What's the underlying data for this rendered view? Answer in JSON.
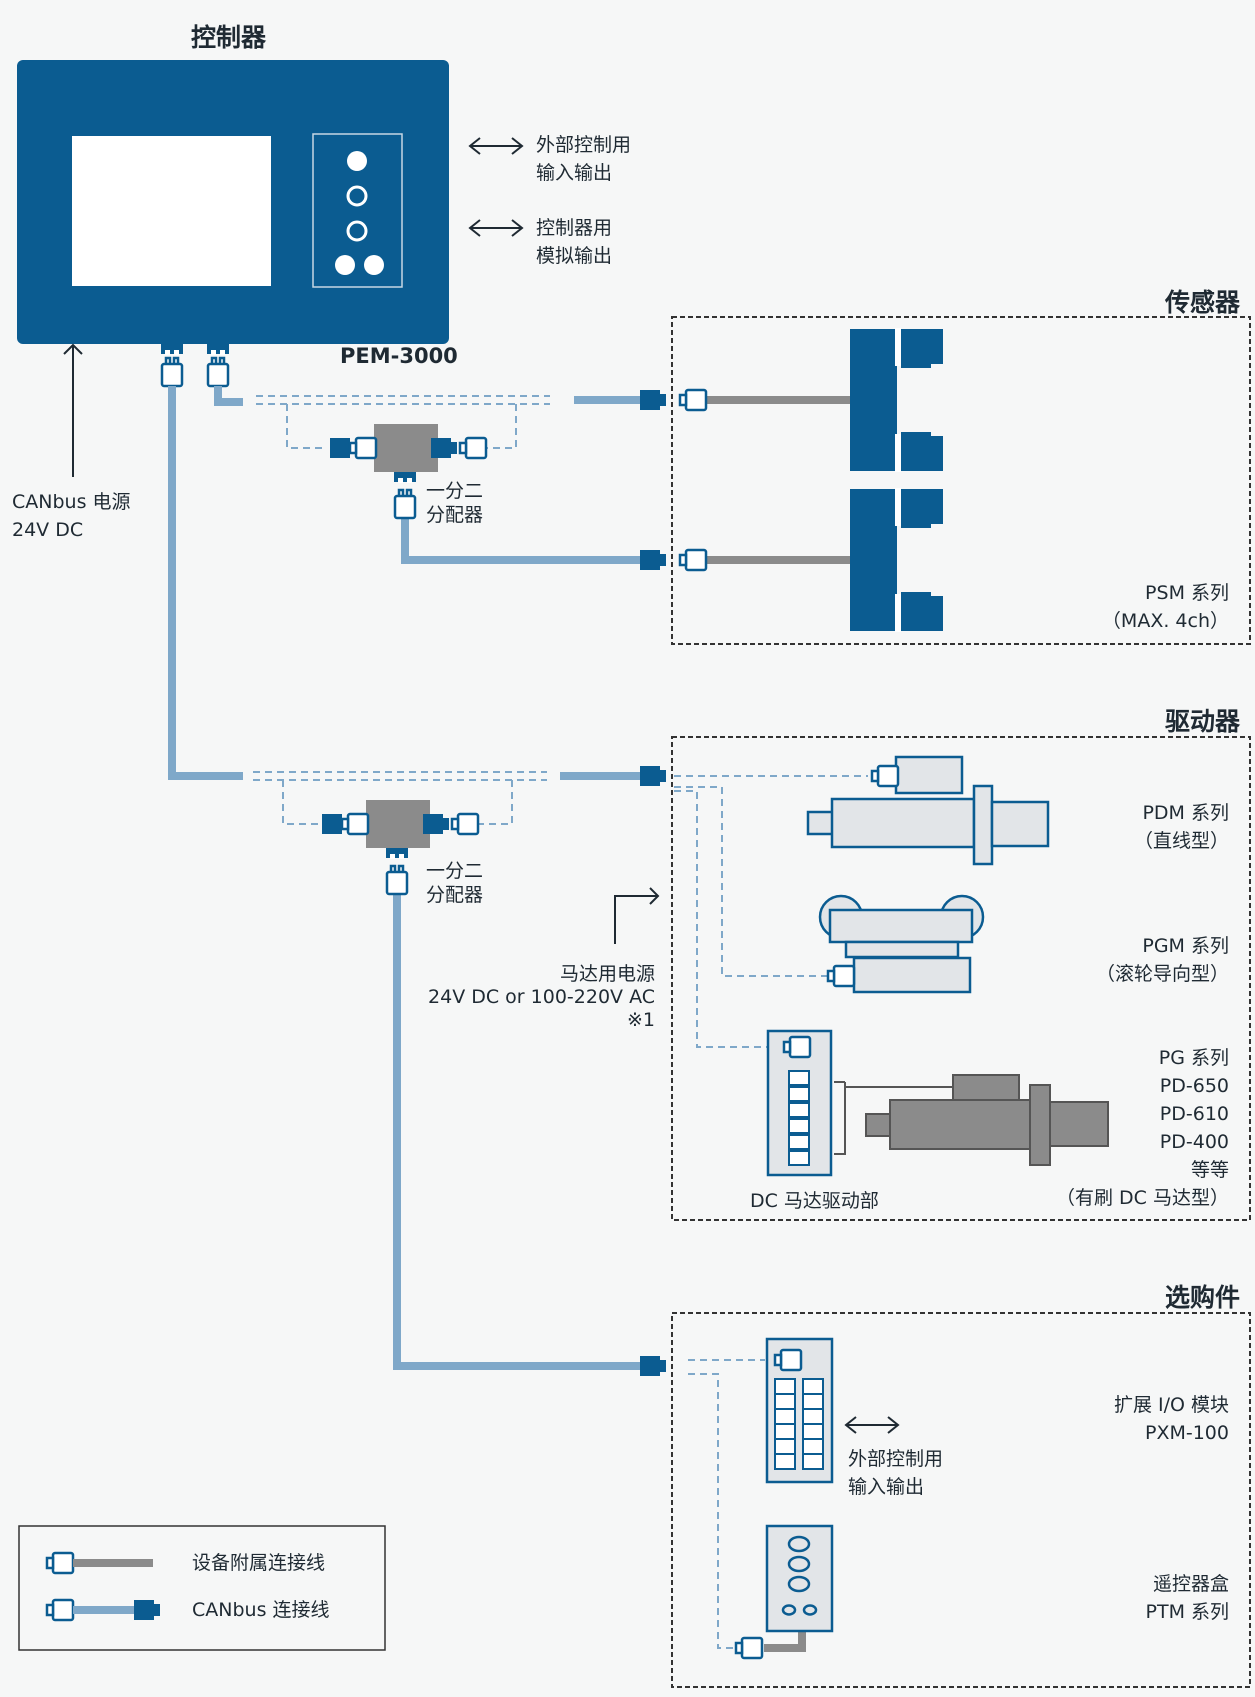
{
  "controller": {
    "title": "控制器",
    "model": "PEM-3000",
    "ext_io": [
      "外部控制用",
      "输入输出"
    ],
    "analog_out": [
      "控制器用",
      "模拟输出"
    ],
    "power": [
      "CANbus 电源",
      "24V DC"
    ]
  },
  "splitter_label": [
    "一分二",
    "分配器"
  ],
  "sensors": {
    "title": "传感器",
    "series": [
      "PSM 系列",
      "（MAX. 4ch）"
    ]
  },
  "drivers": {
    "title": "驱动器",
    "pdm": [
      "PDM 系列",
      "（直线型）"
    ],
    "pgm": [
      "PGM 系列",
      "（滚轮导向型）"
    ],
    "pg": [
      "PG 系列",
      "PD-650",
      "PD-610",
      "PD-400",
      "等等",
      "（有刷 DC 马达型）"
    ],
    "dc_motor_driver": "DC 马达驱动部",
    "motor_power": [
      "马达用电源",
      "24V DC or 100-220V AC",
      "※1"
    ]
  },
  "options": {
    "title": "选购件",
    "pxm": [
      "扩展 I/O 模块",
      "PXM-100"
    ],
    "pxm_io": [
      "外部控制用",
      "输入输出"
    ],
    "ptm": [
      "遥控器盒",
      "PTM 系列"
    ]
  },
  "legend": {
    "device_cable": "设备附属连接线",
    "canbus_cable": "CANbus 连接线"
  },
  "colors": {
    "brand_blue": "#0b5c91",
    "cable_blue": "#7fa8c9",
    "dash_blue": "#7fa8c9",
    "cable_gray": "#8b8b8b",
    "device_fill": "#e2e5e8"
  }
}
